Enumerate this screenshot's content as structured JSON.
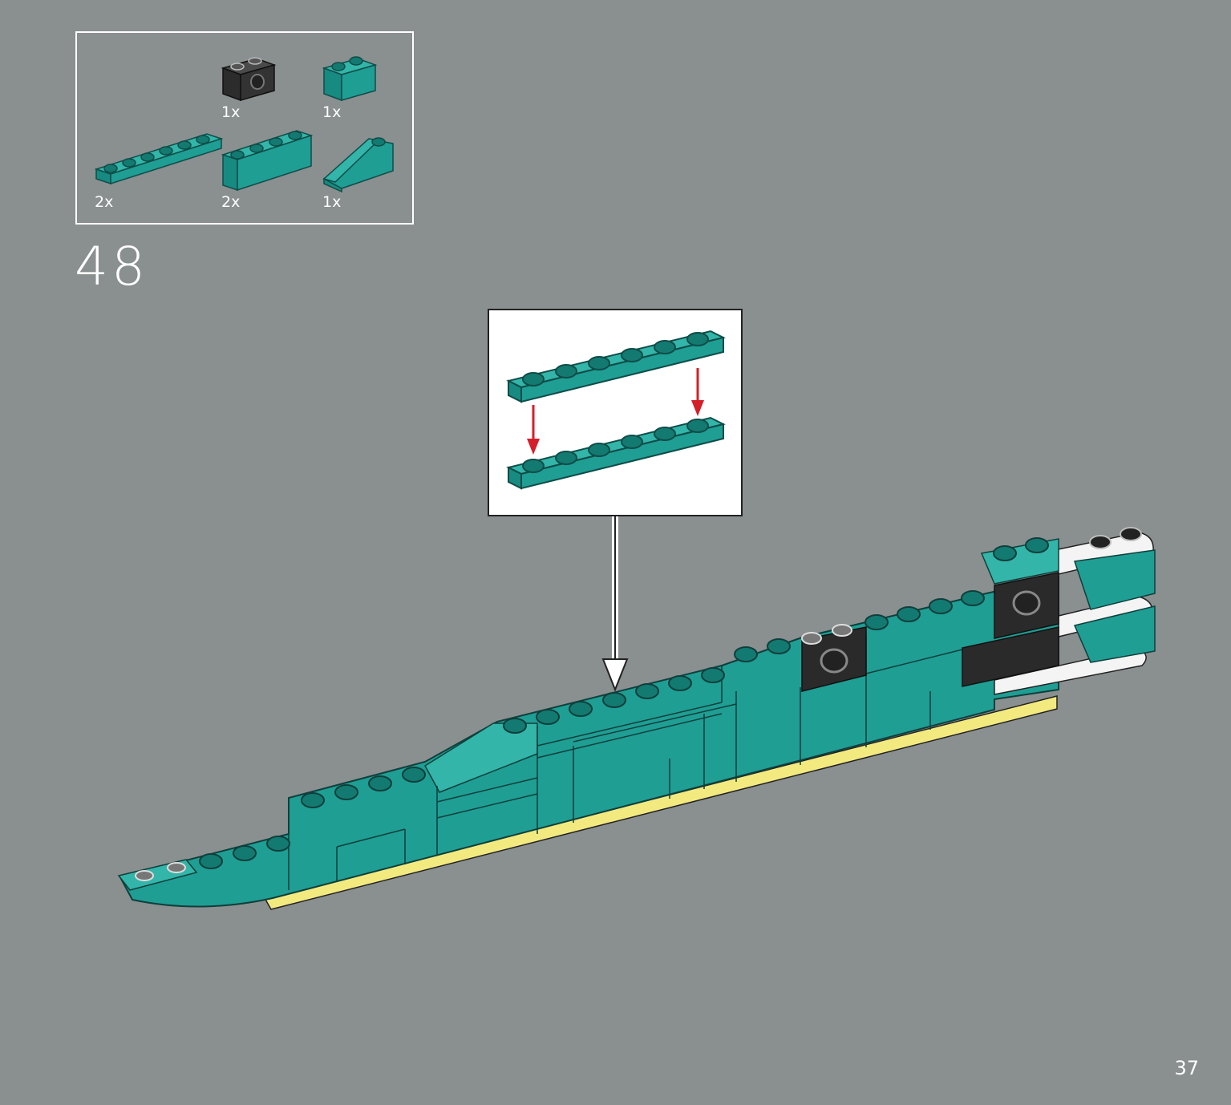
{
  "step": {
    "number": "48"
  },
  "page": {
    "number": "37"
  },
  "parts": [
    {
      "qty": "1x",
      "name": "black-technic-brick-1x2"
    },
    {
      "qty": "1x",
      "name": "teal-brick-1x2"
    },
    {
      "qty": "2x",
      "name": "teal-plate-1x6"
    },
    {
      "qty": "2x",
      "name": "teal-brick-1x4"
    },
    {
      "qty": "1x",
      "name": "teal-slope-1x3"
    }
  ],
  "colors": {
    "background": "#8a8f90",
    "teal": "#1f9e94",
    "teal_dark": "#137a72",
    "black_part": "#2a2a2a",
    "yellow": "#f3ea7f",
    "arrow_red": "#d3202b"
  }
}
